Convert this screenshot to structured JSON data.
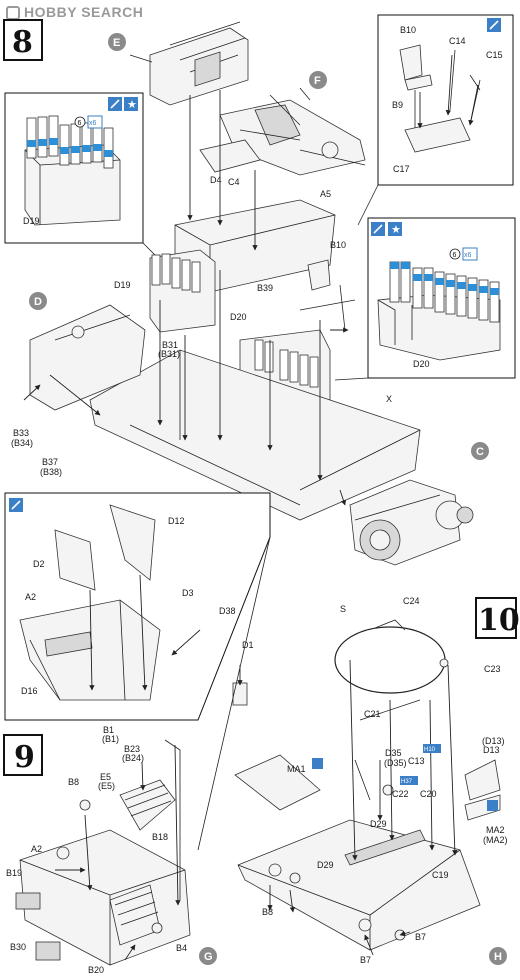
{
  "watermark": {
    "text": "HOBBY SEARCH"
  },
  "steps": {
    "s8": "8",
    "s9": "9",
    "s10": "10"
  },
  "bags": {
    "E": "E",
    "F": "F",
    "D": "D",
    "C": "C",
    "G": "G",
    "H": "H"
  },
  "paint_badges": {
    "x6": "x6"
  },
  "labels": {
    "B10": "B10",
    "B10b": "B10",
    "B9": "B9",
    "C14": "C14",
    "C15": "C15",
    "C17": "C17",
    "D19": "D19",
    "D19b": "D19",
    "D4": "D4",
    "C4": "C4",
    "A5": "A5",
    "B39": "B39",
    "D20": "D20",
    "D20b": "D20",
    "B31": "B31",
    "B31p": "(B31)",
    "B33": "B33",
    "B34p": "(B34)",
    "B37": "B37",
    "B38p": "(B38)",
    "X": "X",
    "D12": "D12",
    "D2": "D2",
    "D3": "D3",
    "A2": "A2",
    "D38": "D38",
    "D1": "D1",
    "D16": "D16",
    "B1": "B1",
    "B1p": "(B1)",
    "B23": "B23",
    "B24p": "(B24)",
    "E5": "E5",
    "E5p": "(E5)",
    "B8": "B8",
    "B18": "B18",
    "A2b": "A2",
    "B19": "B19",
    "B30": "B30",
    "B20": "B20",
    "B4": "B4",
    "S": "S",
    "C24": "C24",
    "C23": "C23",
    "C21": "C21",
    "D35": "D35",
    "D35p": "(D35)",
    "C13": "C13",
    "MA1": "MA1",
    "D13p": "(D13)",
    "D13": "D13",
    "C22": "C22",
    "C20": "C20",
    "D29": "D29",
    "D29b": "D29",
    "MA2": "MA2",
    "MA2p": "(MA2)",
    "C19": "C19",
    "B8b": "B8",
    "B7": "B7",
    "B7b": "B7",
    "H10": "H10",
    "H37": "H37"
  }
}
